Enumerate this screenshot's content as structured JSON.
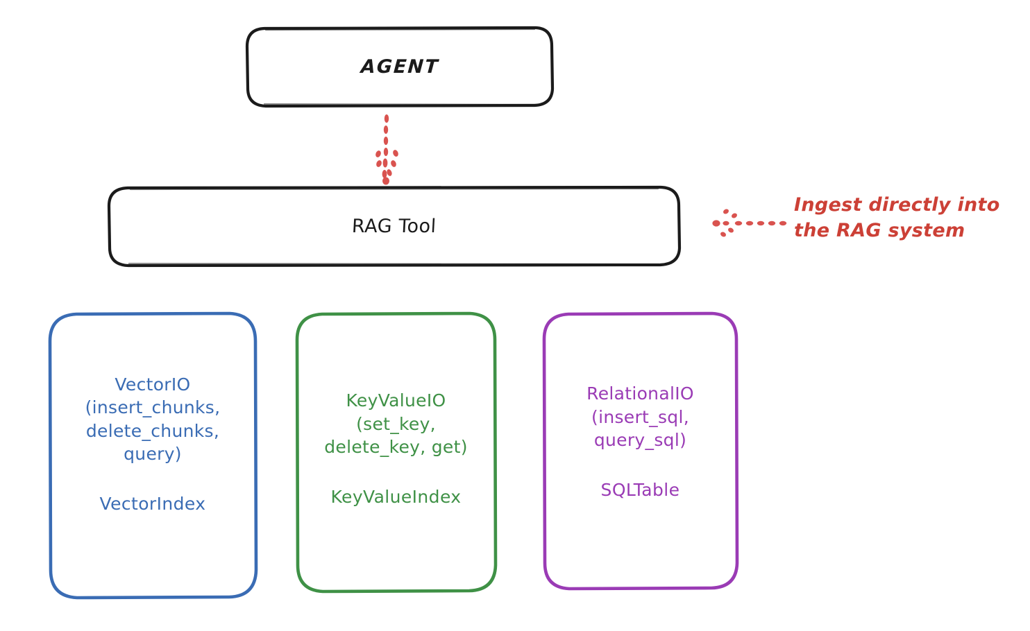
{
  "diagram": {
    "title_nodes": {
      "agent": "AGENT",
      "rag_tool": "RAG Tool"
    },
    "cards": [
      {
        "id": "vectorio",
        "api": "VectorIO\n(insert_chunks,\ndelete_chunks,\nquery)",
        "index": "VectorIndex",
        "color": "#3a6cb4"
      },
      {
        "id": "keyvalueio",
        "api": "KeyValueIO\n(set_key,\ndelete_key, get)",
        "index": "KeyValueIndex",
        "color": "#3f9146"
      },
      {
        "id": "relationalio",
        "api": "RelationalIO\n(insert_sql,\nquery_sql)",
        "index": "SQLTable",
        "color": "#9a3bb5"
      }
    ],
    "annotation": {
      "text": "Ingest directly into\nthe RAG system",
      "color": "#cc4036"
    },
    "connectors": {
      "agent_to_ragtool": "dotted-arrow-down",
      "annotation_to_ragtool": "dotted-arrow-left"
    },
    "colors": {
      "stroke_black": "#1b1b1b",
      "blue": "#3a6cb4",
      "green": "#3f9146",
      "purple": "#9a3bb5",
      "red": "#cc4036",
      "background": "#ffffff"
    }
  }
}
